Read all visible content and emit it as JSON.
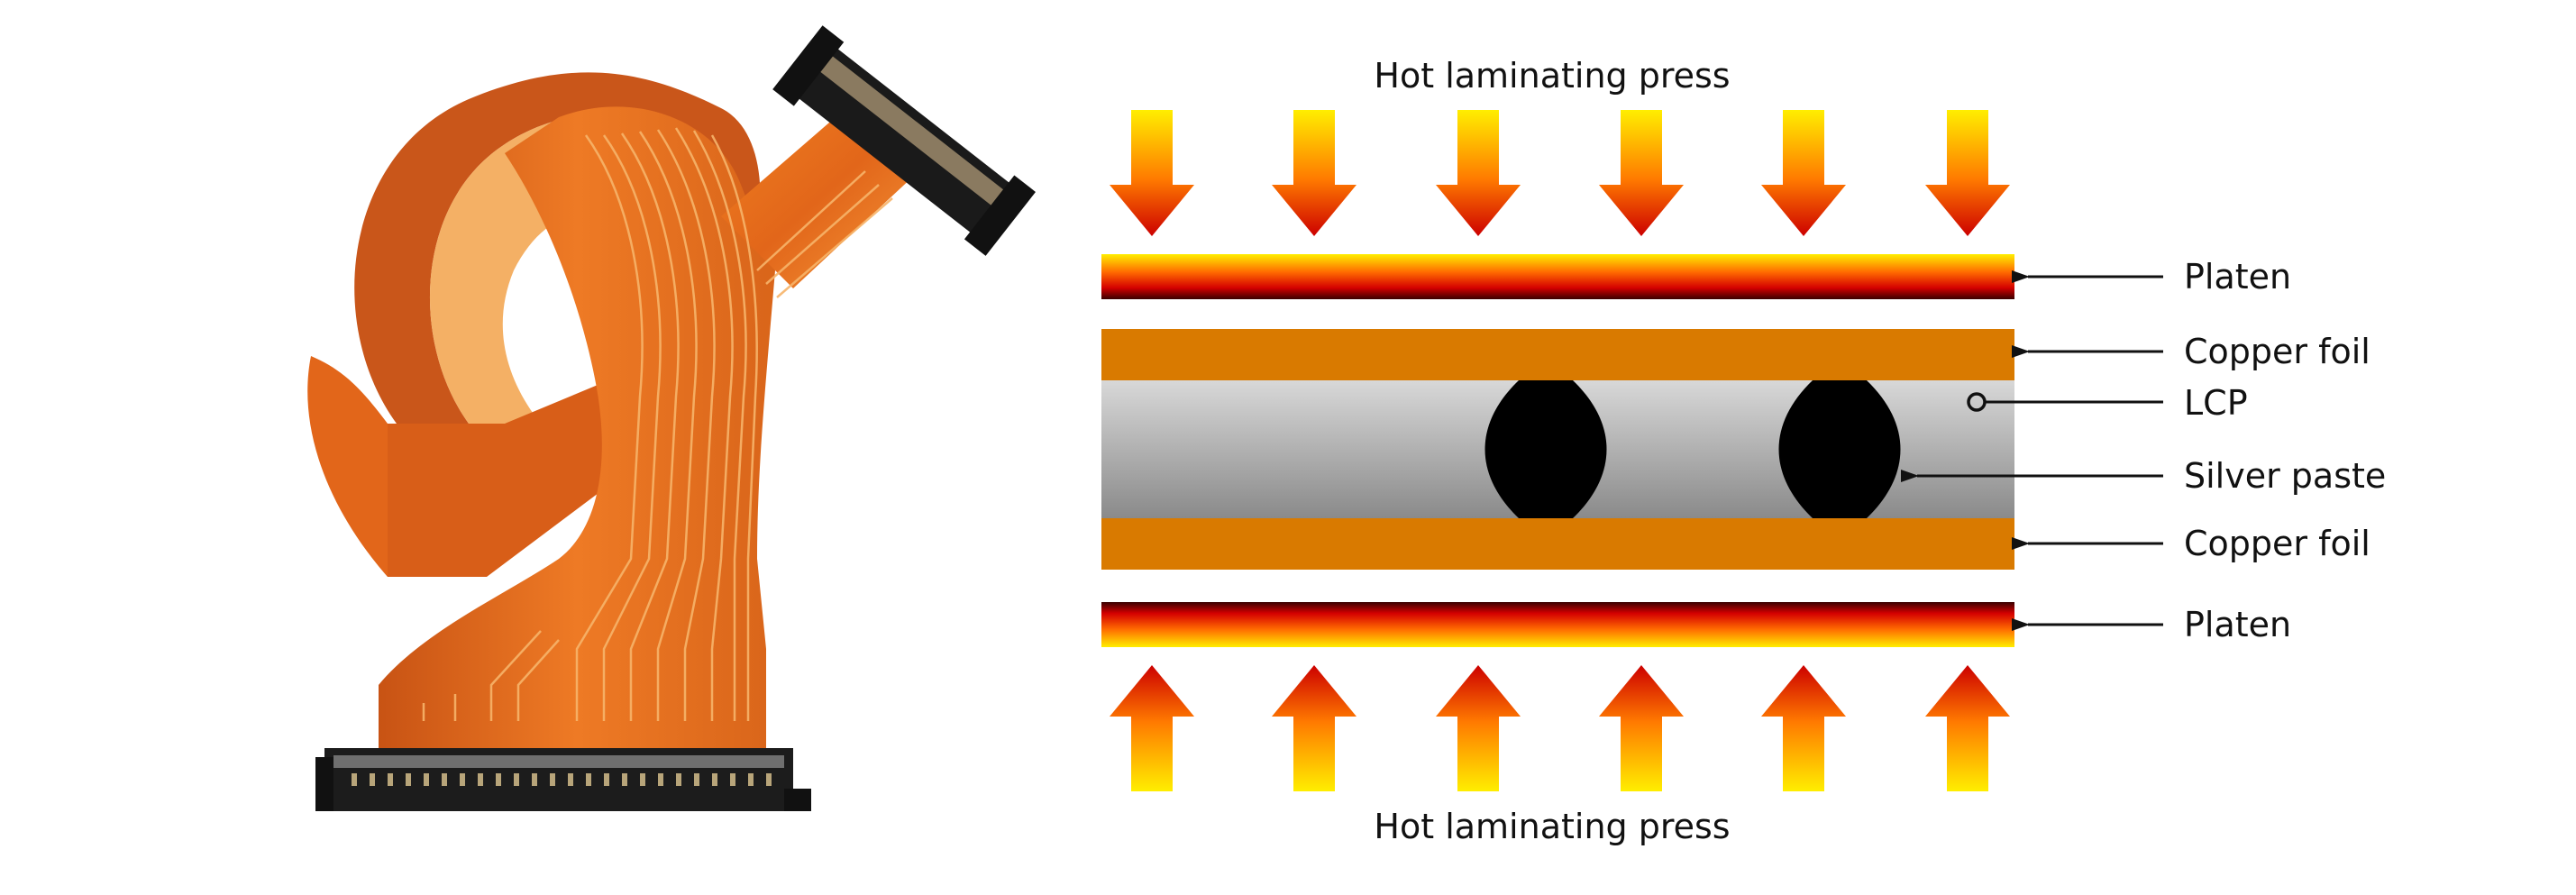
{
  "press_top_label": "Hot laminating press",
  "press_bottom_label": "Hot laminating press",
  "layers": {
    "platen_top": "Platen",
    "copper_top": "Copper foil",
    "lcp": "LCP",
    "silver_paste": "Silver paste",
    "copper_bottom": "Copper foil",
    "platen_bottom": "Platen"
  },
  "photo_subject": "flexible-circuit-cable",
  "colors": {
    "copper": "#D97A00",
    "lcp_light": "#d6d6d6",
    "lcp_dark": "#8a8a8a",
    "silver_paste": "#000000",
    "heat_hot": "#cc0000",
    "heat_warm": "#ffee00",
    "cable_orange": "#e9731c"
  }
}
